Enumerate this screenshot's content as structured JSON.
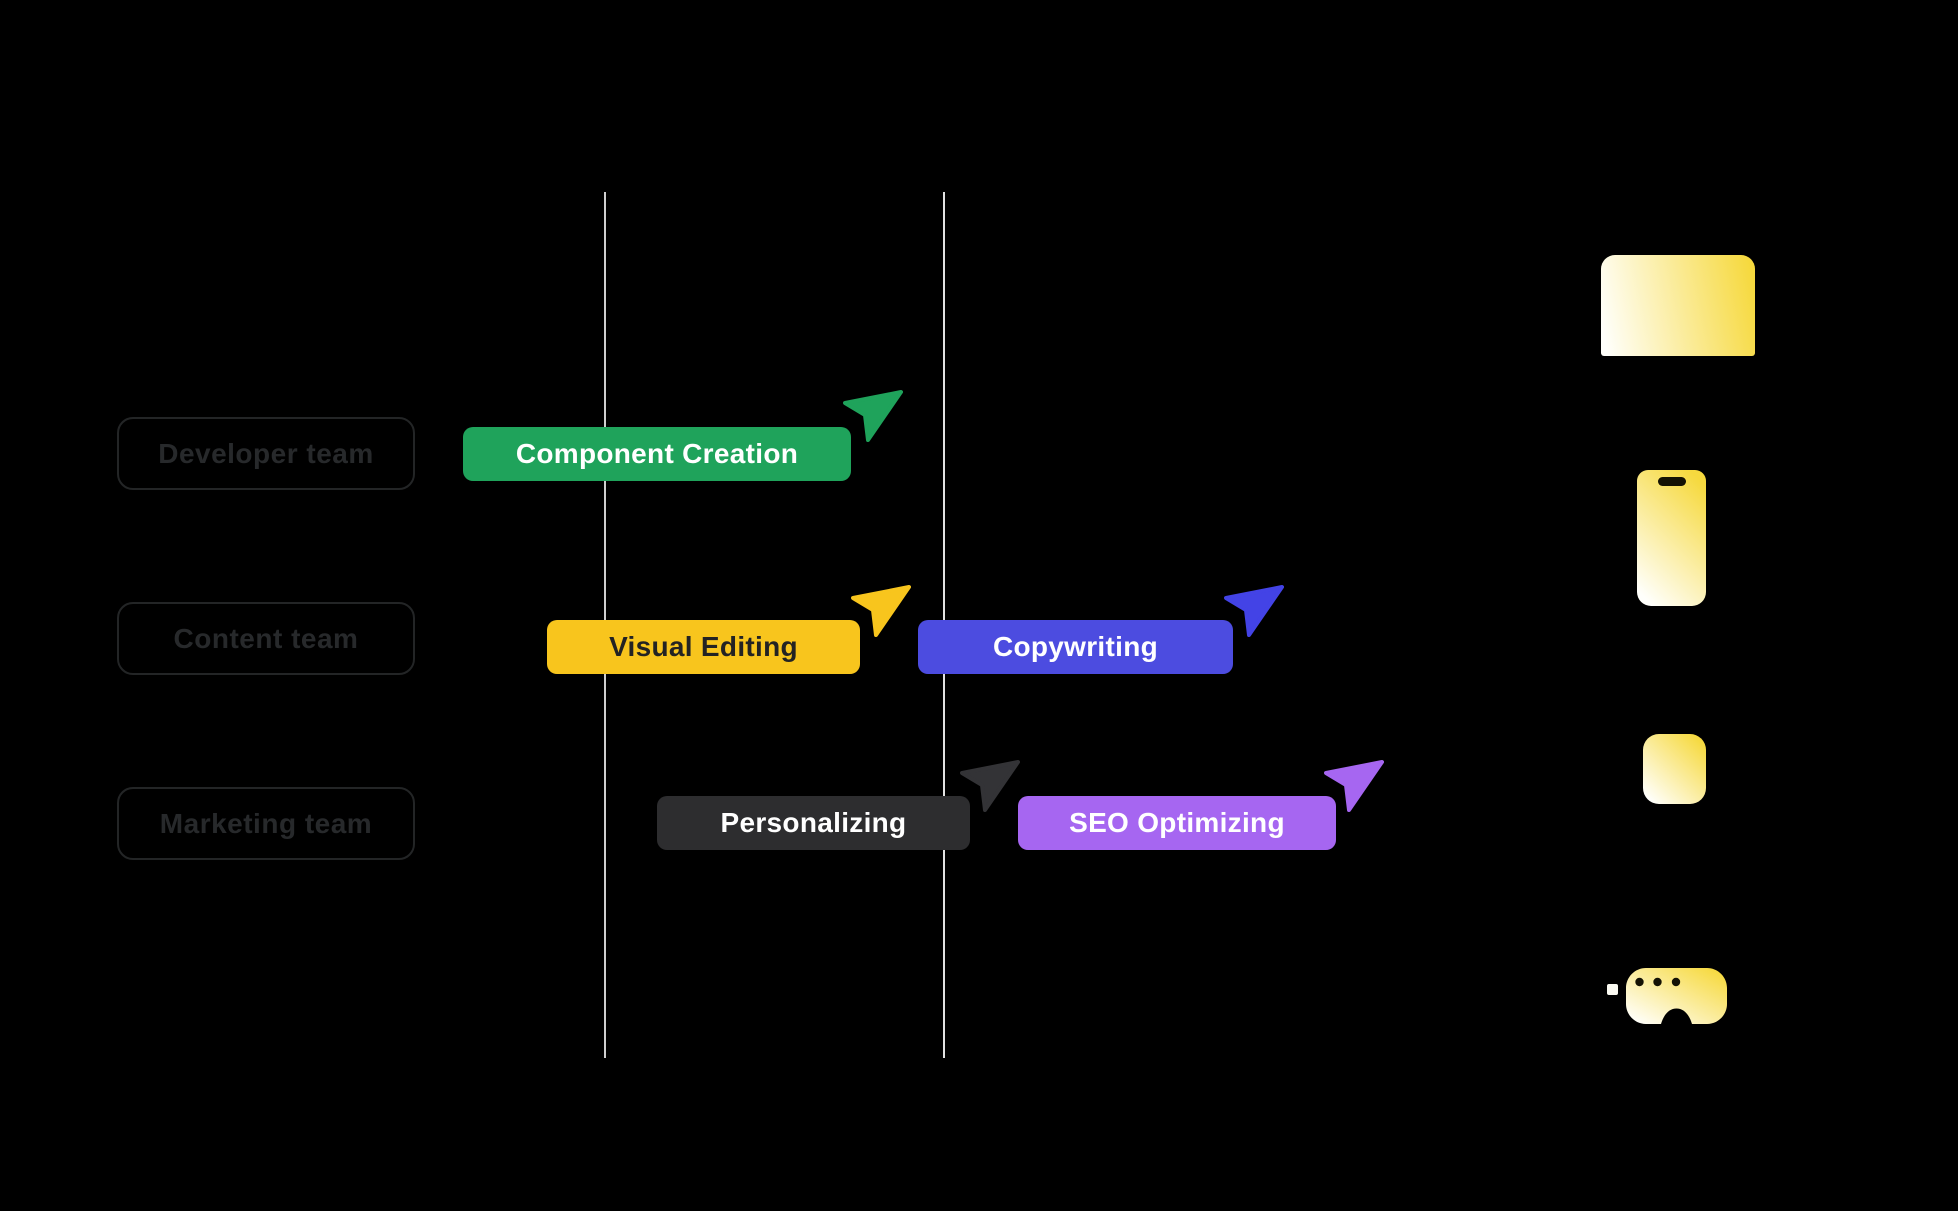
{
  "diagram": {
    "teams": [
      {
        "label": "Developer team"
      },
      {
        "label": "Content team"
      },
      {
        "label": "Marketing team"
      }
    ],
    "tasks": [
      {
        "label": "Component Creation",
        "color": "#1FA35B",
        "textColor": "#FFFFFF",
        "cursorColor": "#1FA35B"
      },
      {
        "label": "Visual Editing",
        "color": "#F8C51D",
        "textColor": "#232323",
        "cursorColor": "#F8C51D"
      },
      {
        "label": "Copywriting",
        "color": "#4C4CE0",
        "textColor": "#FFFFFF",
        "cursorColor": "#4343E6"
      },
      {
        "label": "Personalizing",
        "color": "#2D2D2F",
        "textColor": "#FFFFFF",
        "cursorColor": "#333336"
      },
      {
        "label": "SEO Optimizing",
        "color": "#A666F1",
        "textColor": "#FFFFFF",
        "cursorColor": "#A666F1"
      }
    ],
    "devices": [
      {
        "name": "desktop-screen"
      },
      {
        "name": "phone"
      },
      {
        "name": "smartwatch"
      },
      {
        "name": "vr-headset"
      }
    ],
    "colors": {
      "background": "#000000",
      "timeline_line_left": "#CFCFCF",
      "timeline_line_right": "#E2E2E2",
      "team_box_border": "#232526",
      "team_box_text": "#27292B",
      "device_gradient_start": "#FFFFFB",
      "device_gradient_end": "#F6D93E",
      "phone_notch": "#141204",
      "headset_dots": "#141204"
    }
  }
}
